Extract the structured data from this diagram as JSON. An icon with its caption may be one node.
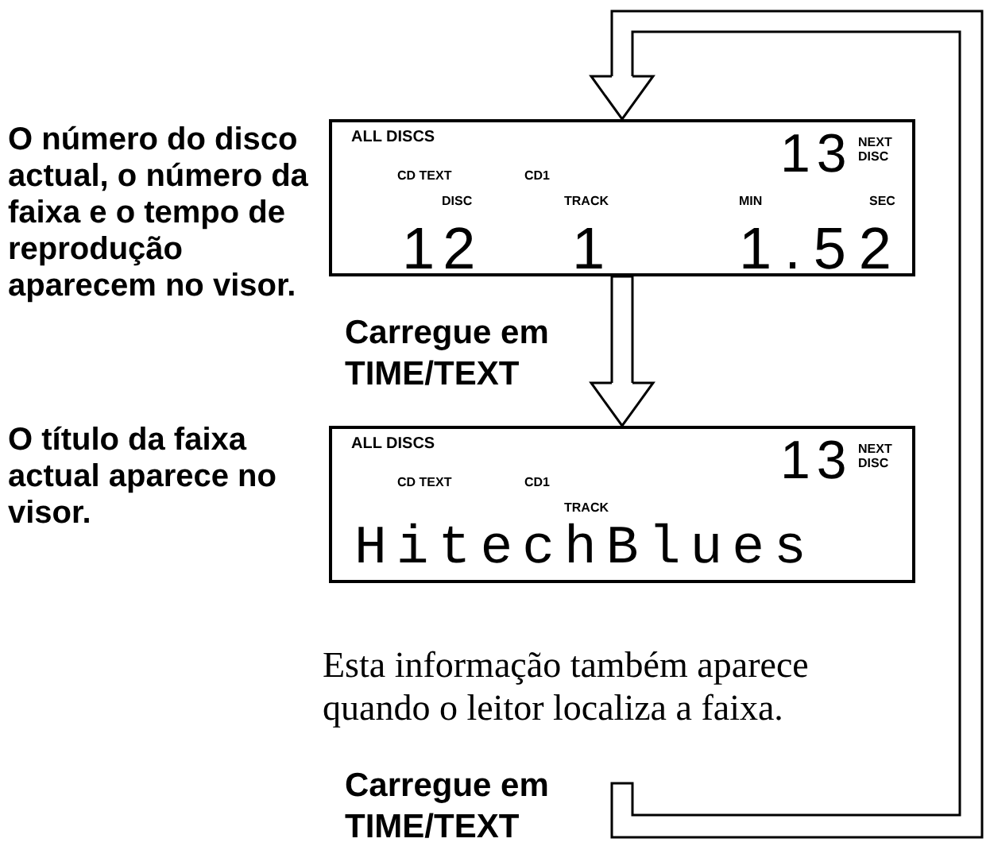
{
  "diagram": {
    "nodes": [
      {
        "text": [
          "ALL DISCS",
          "13",
          "NEXT DISC",
          "CD TEXT",
          "CD1",
          "DISC",
          "TRACK",
          "MIN",
          "SEC",
          "12",
          "1",
          "1.52"
        ],
        "beside": [
          "O número do disco actual, o número da faixa e o tempo de reprodução aparecem no visor."
        ]
      },
      {
        "text": [
          "ALL DISCS",
          "13",
          "NEXT DISC",
          "CD TEXT",
          "CD1",
          "TRACK",
          "HitechBlues"
        ],
        "beside": [
          "O título da faixa actual aparece no visor."
        ]
      }
    ],
    "edges": [
      {
        "from": 0,
        "to": 1,
        "arrow": "to",
        "label": "Carregue em TIME/TEXT"
      },
      {
        "from": null,
        "to": 0,
        "arrow": "to",
        "label": "Carregue em TIME/TEXT"
      }
    ],
    "labels": [
      "Esta informação também aparece quando o leitor localiza a faixa."
    ]
  }
}
